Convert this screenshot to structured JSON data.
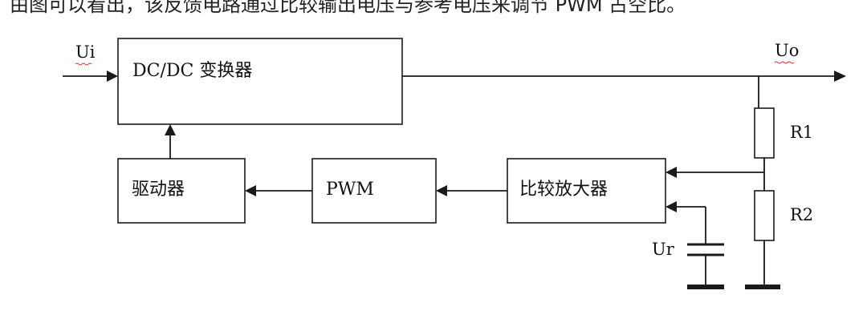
{
  "heading_fragment": "由图可以看出，该反馈电路通过比较输出电压与参考电压来调节 PWM 占空比。",
  "blocks": {
    "converter": "DC/DC 变换器",
    "driver": "驱动器",
    "pwm": "PWM",
    "comparator": "比较放大器"
  },
  "signals": {
    "input": "Ui",
    "output": "Uo",
    "reference": "Ur"
  },
  "resistors": {
    "r1": "R1",
    "r2": "R2"
  },
  "colors": {
    "line": "#1a1a1a",
    "spellcheck": "#d33"
  }
}
